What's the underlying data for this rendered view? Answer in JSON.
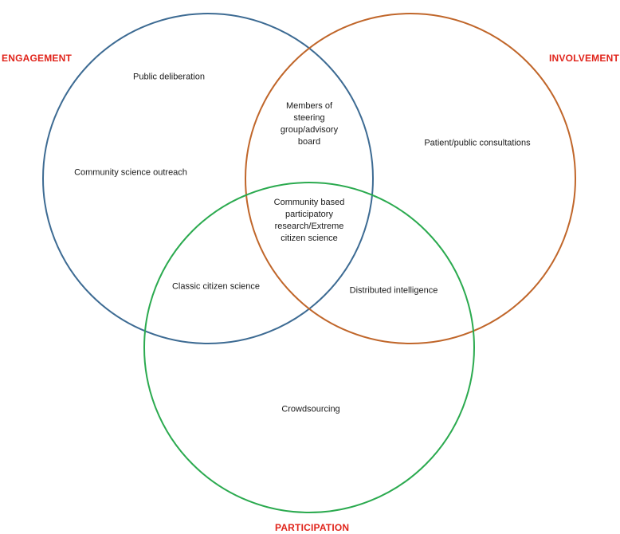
{
  "colors": {
    "engagement": "#3d6b93",
    "involvement": "#c0662a",
    "participation": "#2baa4f",
    "set_label": "#e0241b"
  },
  "sets": {
    "engagement": "ENGAGEMENT",
    "involvement": "INVOLVEMENT",
    "participation": "PARTICIPATION"
  },
  "regions": {
    "public_deliberation": "Public deliberation",
    "community_science_outreach": "Community science outreach",
    "members_steering_group": "Members of\nsteering\ngroup/advisory\nboard",
    "patient_public_consultations": "Patient/public consultations",
    "community_based_research": "Community based\nparticipatory\nresearch/Extreme\ncitizen science",
    "classic_citizen_science": "Classic citizen science",
    "distributed_intelligence": "Distributed intelligence",
    "crowdsourcing": "Crowdsourcing"
  }
}
